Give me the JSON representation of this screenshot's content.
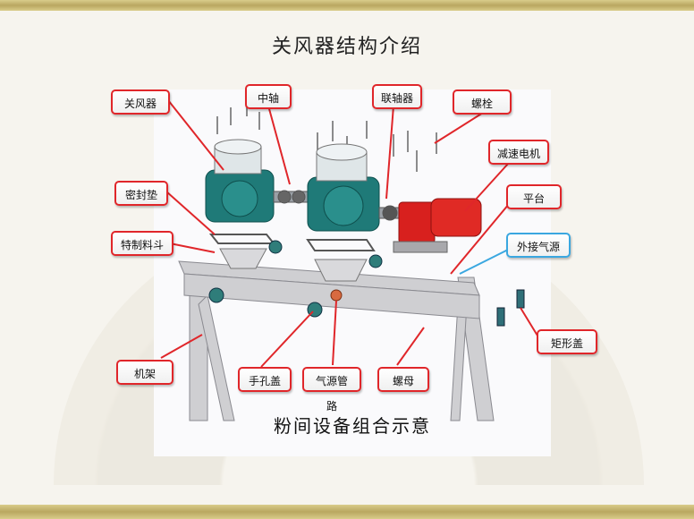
{
  "slide": {
    "title": "关风器结构介绍",
    "caption": "粉间设备组合示意"
  },
  "labels": {
    "rotary_valve": "关风器",
    "middle_shaft": "中轴",
    "coupling": "联轴器",
    "bolt": "螺栓",
    "gear_motor": "减速电机",
    "gasket": "密封垫",
    "special_hopper": "特制料斗",
    "platform": "平台",
    "external_air": "外接气源",
    "rect_cover": "矩形盖",
    "frame": "机架",
    "hand_hole_cover": "手孔盖",
    "air_pipe": "气源管路",
    "nut": "螺母"
  },
  "colors": {
    "callout_border": "#e0262a",
    "callout_blue_border": "#3aa7e0",
    "valve_teal": "#1f7a78",
    "motor_red": "#d8201e",
    "frame_gray": "#c9c9cc"
  }
}
